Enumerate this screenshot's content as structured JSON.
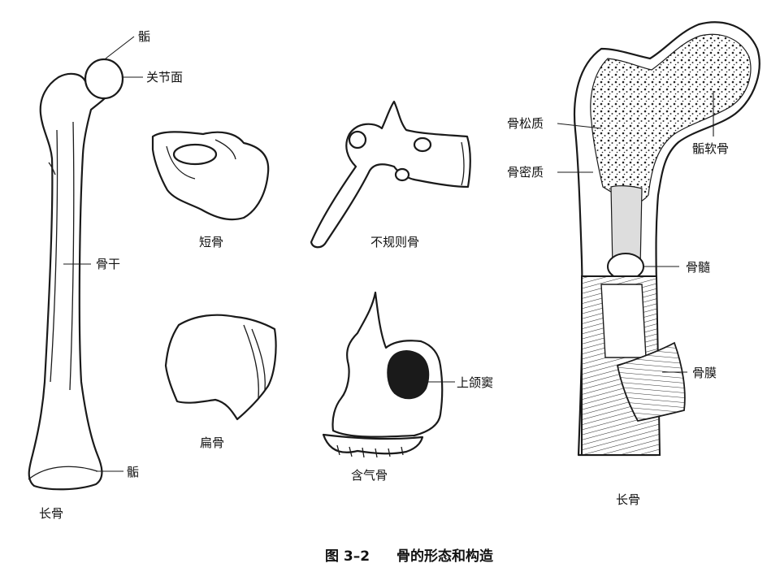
{
  "figure": {
    "caption_number": "图 3–2",
    "caption_text": "骨的形态和构造"
  },
  "labels": {
    "long_bone_left": {
      "epiphysis_top": "骺",
      "articular_surface": "关节面",
      "diaphysis": "骨干",
      "epiphysis_bottom": "骺",
      "name": "长骨"
    },
    "short_bone": "短骨",
    "irregular_bone": "不规则骨",
    "flat_bone": "扁骨",
    "pneumatic_bone": {
      "name": "含气骨",
      "maxillary_sinus": "上颌窦"
    },
    "long_bone_section": {
      "spongy_bone": "骨松质",
      "compact_bone": "骨密质",
      "epiphyseal_cartilage": "骺软骨",
      "marrow": "骨髓",
      "periosteum": "骨膜",
      "name": "长骨"
    }
  }
}
